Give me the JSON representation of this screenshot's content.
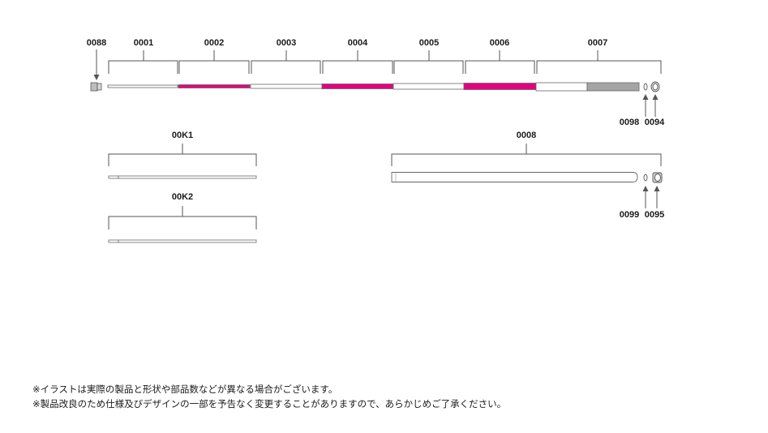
{
  "colors": {
    "line": "#555555",
    "rod_white": "#ffffff",
    "rod_magenta": "#e4007f",
    "rod_gray": "#a5a5a5"
  },
  "parts": {
    "p0088": "0088",
    "p0001": "0001",
    "p0002": "0002",
    "p0003": "0003",
    "p0004": "0004",
    "p0005": "0005",
    "p0006": "0006",
    "p0007": "0007",
    "p0098": "0098",
    "p0094": "0094",
    "p00K1": "00K1",
    "p00K2": "00K2",
    "p0008": "0008",
    "p0099": "0099",
    "p0095": "0095"
  },
  "segment_colors": {
    "s0001": "white",
    "s0002": "magenta",
    "s0003": "white",
    "s0004": "magenta",
    "s0005": "white",
    "s0006": "magenta",
    "s0007": "white+gray"
  },
  "notes": [
    "※イラストは実際の製品と形状や部品数などが異なる場合がございます。",
    "※製品改良のため仕様及びデザインの一部を予告なく変更することがありますので、あらかじめご了承ください。"
  ]
}
